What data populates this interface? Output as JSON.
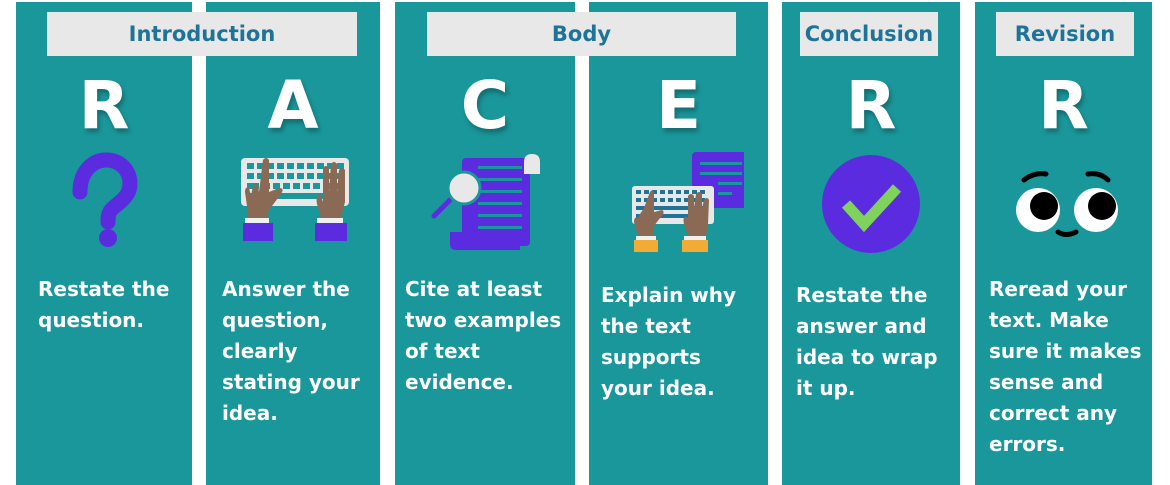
{
  "colors": {
    "teal": "#1a979b",
    "header_bg": "#e8e8e8",
    "header_text": "#1e7399",
    "purple": "#5b2be0",
    "green": "#7fd35c",
    "skin": "#8a6a55",
    "orange": "#f2ac35"
  },
  "headers": [
    {
      "label": "Introduction"
    },
    {
      "label": "Body"
    },
    {
      "label": "Conclusion"
    },
    {
      "label": "Revision"
    }
  ],
  "columns": [
    {
      "letter": "R",
      "icon": "question-mark-icon",
      "text": "Restate the question."
    },
    {
      "letter": "A",
      "icon": "keyboard-hands-icon",
      "text": "Answer the question, clearly stating your idea."
    },
    {
      "letter": "C",
      "icon": "document-magnifier-icon",
      "text": "Cite at least two examples of text evidence."
    },
    {
      "letter": "E",
      "icon": "keyboard-document-icon",
      "text": "Explain why the text supports your idea."
    },
    {
      "letter": "R",
      "icon": "checkmark-circle-icon",
      "text": "Restate the answer and idea to wrap it up."
    },
    {
      "letter": "R",
      "icon": "eyes-face-icon",
      "text": "Reread your text. Make sure it makes sense and correct any errors."
    }
  ]
}
